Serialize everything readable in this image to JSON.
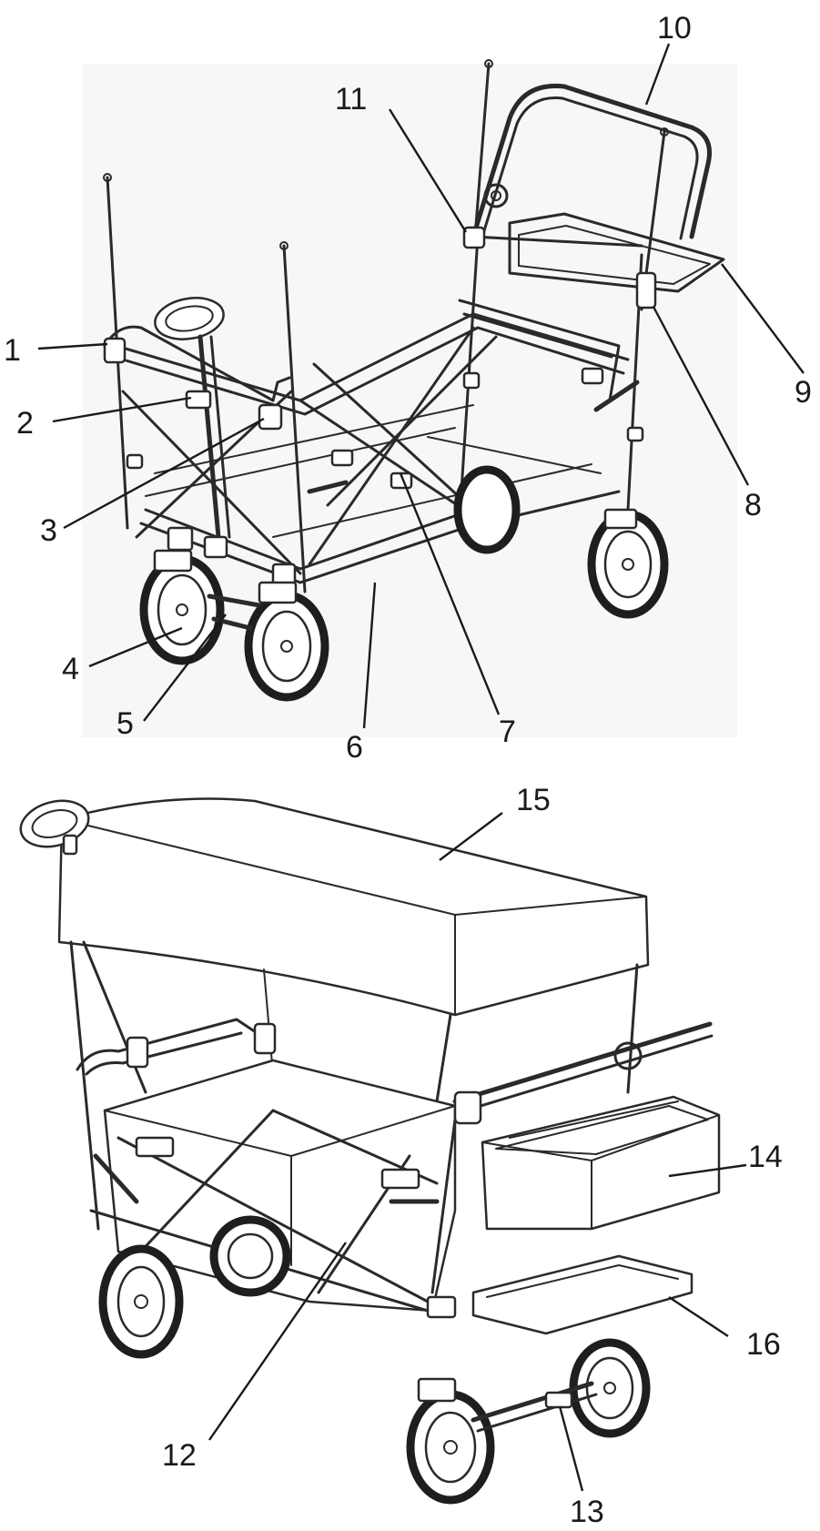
{
  "figure": {
    "top_view": "frame",
    "bottom_view": "assembled"
  },
  "callouts": [
    {
      "id": "1",
      "text": "1"
    },
    {
      "id": "2",
      "text": "2"
    },
    {
      "id": "3",
      "text": "3"
    },
    {
      "id": "4",
      "text": "4"
    },
    {
      "id": "5",
      "text": "5"
    },
    {
      "id": "6",
      "text": "6"
    },
    {
      "id": "7",
      "text": "7"
    },
    {
      "id": "8",
      "text": "8"
    },
    {
      "id": "9",
      "text": "9"
    },
    {
      "id": "10",
      "text": "10"
    },
    {
      "id": "11",
      "text": "11"
    },
    {
      "id": "12",
      "text": "12"
    },
    {
      "id": "13",
      "text": "13"
    },
    {
      "id": "14",
      "text": "14"
    },
    {
      "id": "15",
      "text": "15"
    },
    {
      "id": "16",
      "text": "16"
    }
  ],
  "colors": {
    "line": "#2a2a2a",
    "background": "#ffffff"
  }
}
